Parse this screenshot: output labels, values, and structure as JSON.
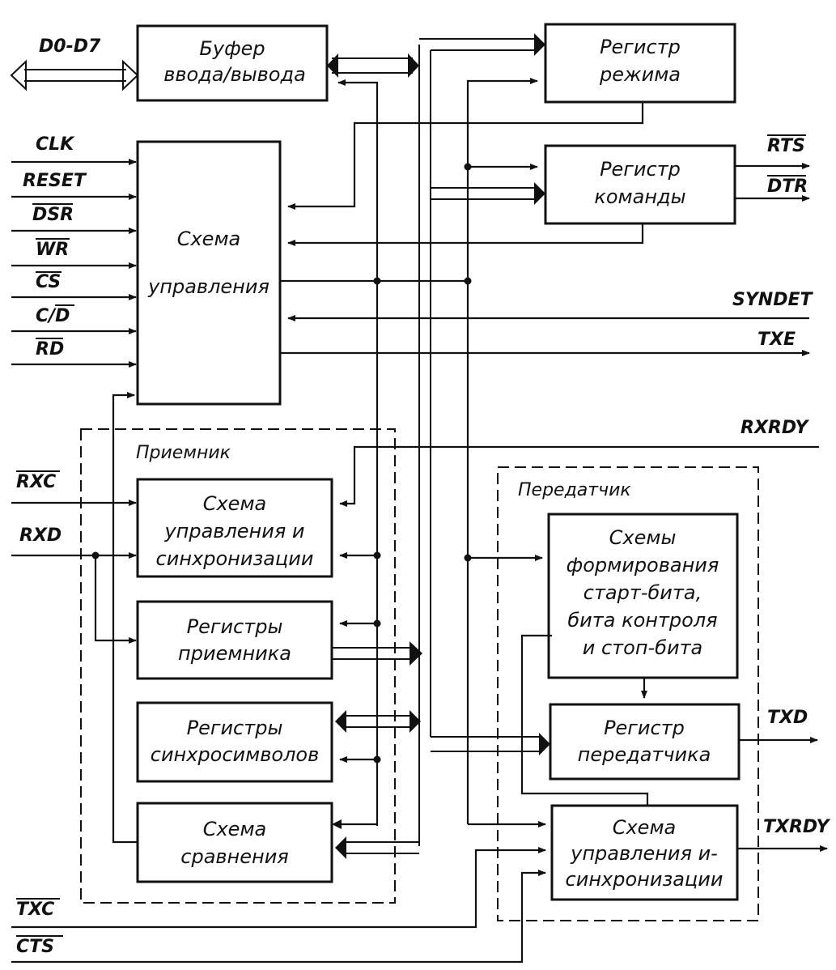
{
  "colors": {
    "ink": "#111111",
    "paper": "#ffffff"
  },
  "blocks": {
    "io_buffer": [
      "Буфер",
      "ввода/вывода"
    ],
    "mode_register": [
      "Регистр",
      "режима"
    ],
    "command_register": [
      "Регистр",
      "команды"
    ],
    "control_logic": [
      "Схема",
      "управления"
    ],
    "rx_control": [
      "Схема",
      "управления и",
      "синхронизации"
    ],
    "rx_registers": [
      "Регистры",
      "приемника"
    ],
    "sync_registers": [
      "Регистры",
      "синхросимволов"
    ],
    "comparator": [
      "Схема",
      "сравнения"
    ],
    "tx_bit_former": [
      "Схемы",
      "формирования",
      "старт-бита,",
      "бита контроля",
      "и стоп-бита"
    ],
    "tx_register": [
      "Регистр",
      "передатчика"
    ],
    "tx_control": [
      "Схема",
      "управления и-",
      "синхронизации"
    ]
  },
  "groups": {
    "receiver": "Приемник",
    "transmitter": "Передатчик"
  },
  "signals": {
    "data_bus": "D0-D7",
    "clk": "CLK",
    "reset": "RESET",
    "dsr": "DSR",
    "wr": "WR",
    "cs": "CS",
    "cd": "C/D",
    "rd": "RD",
    "rts": "RTS",
    "dtr": "DTR",
    "syndet": "SYNDET",
    "txe": "TXE",
    "rxrdy": "RXRDY",
    "rxc": "RXC",
    "rxd": "RXD",
    "txd": "TXD",
    "txrdy": "TXRDY",
    "txc": "TXC",
    "cts": "CTS"
  }
}
